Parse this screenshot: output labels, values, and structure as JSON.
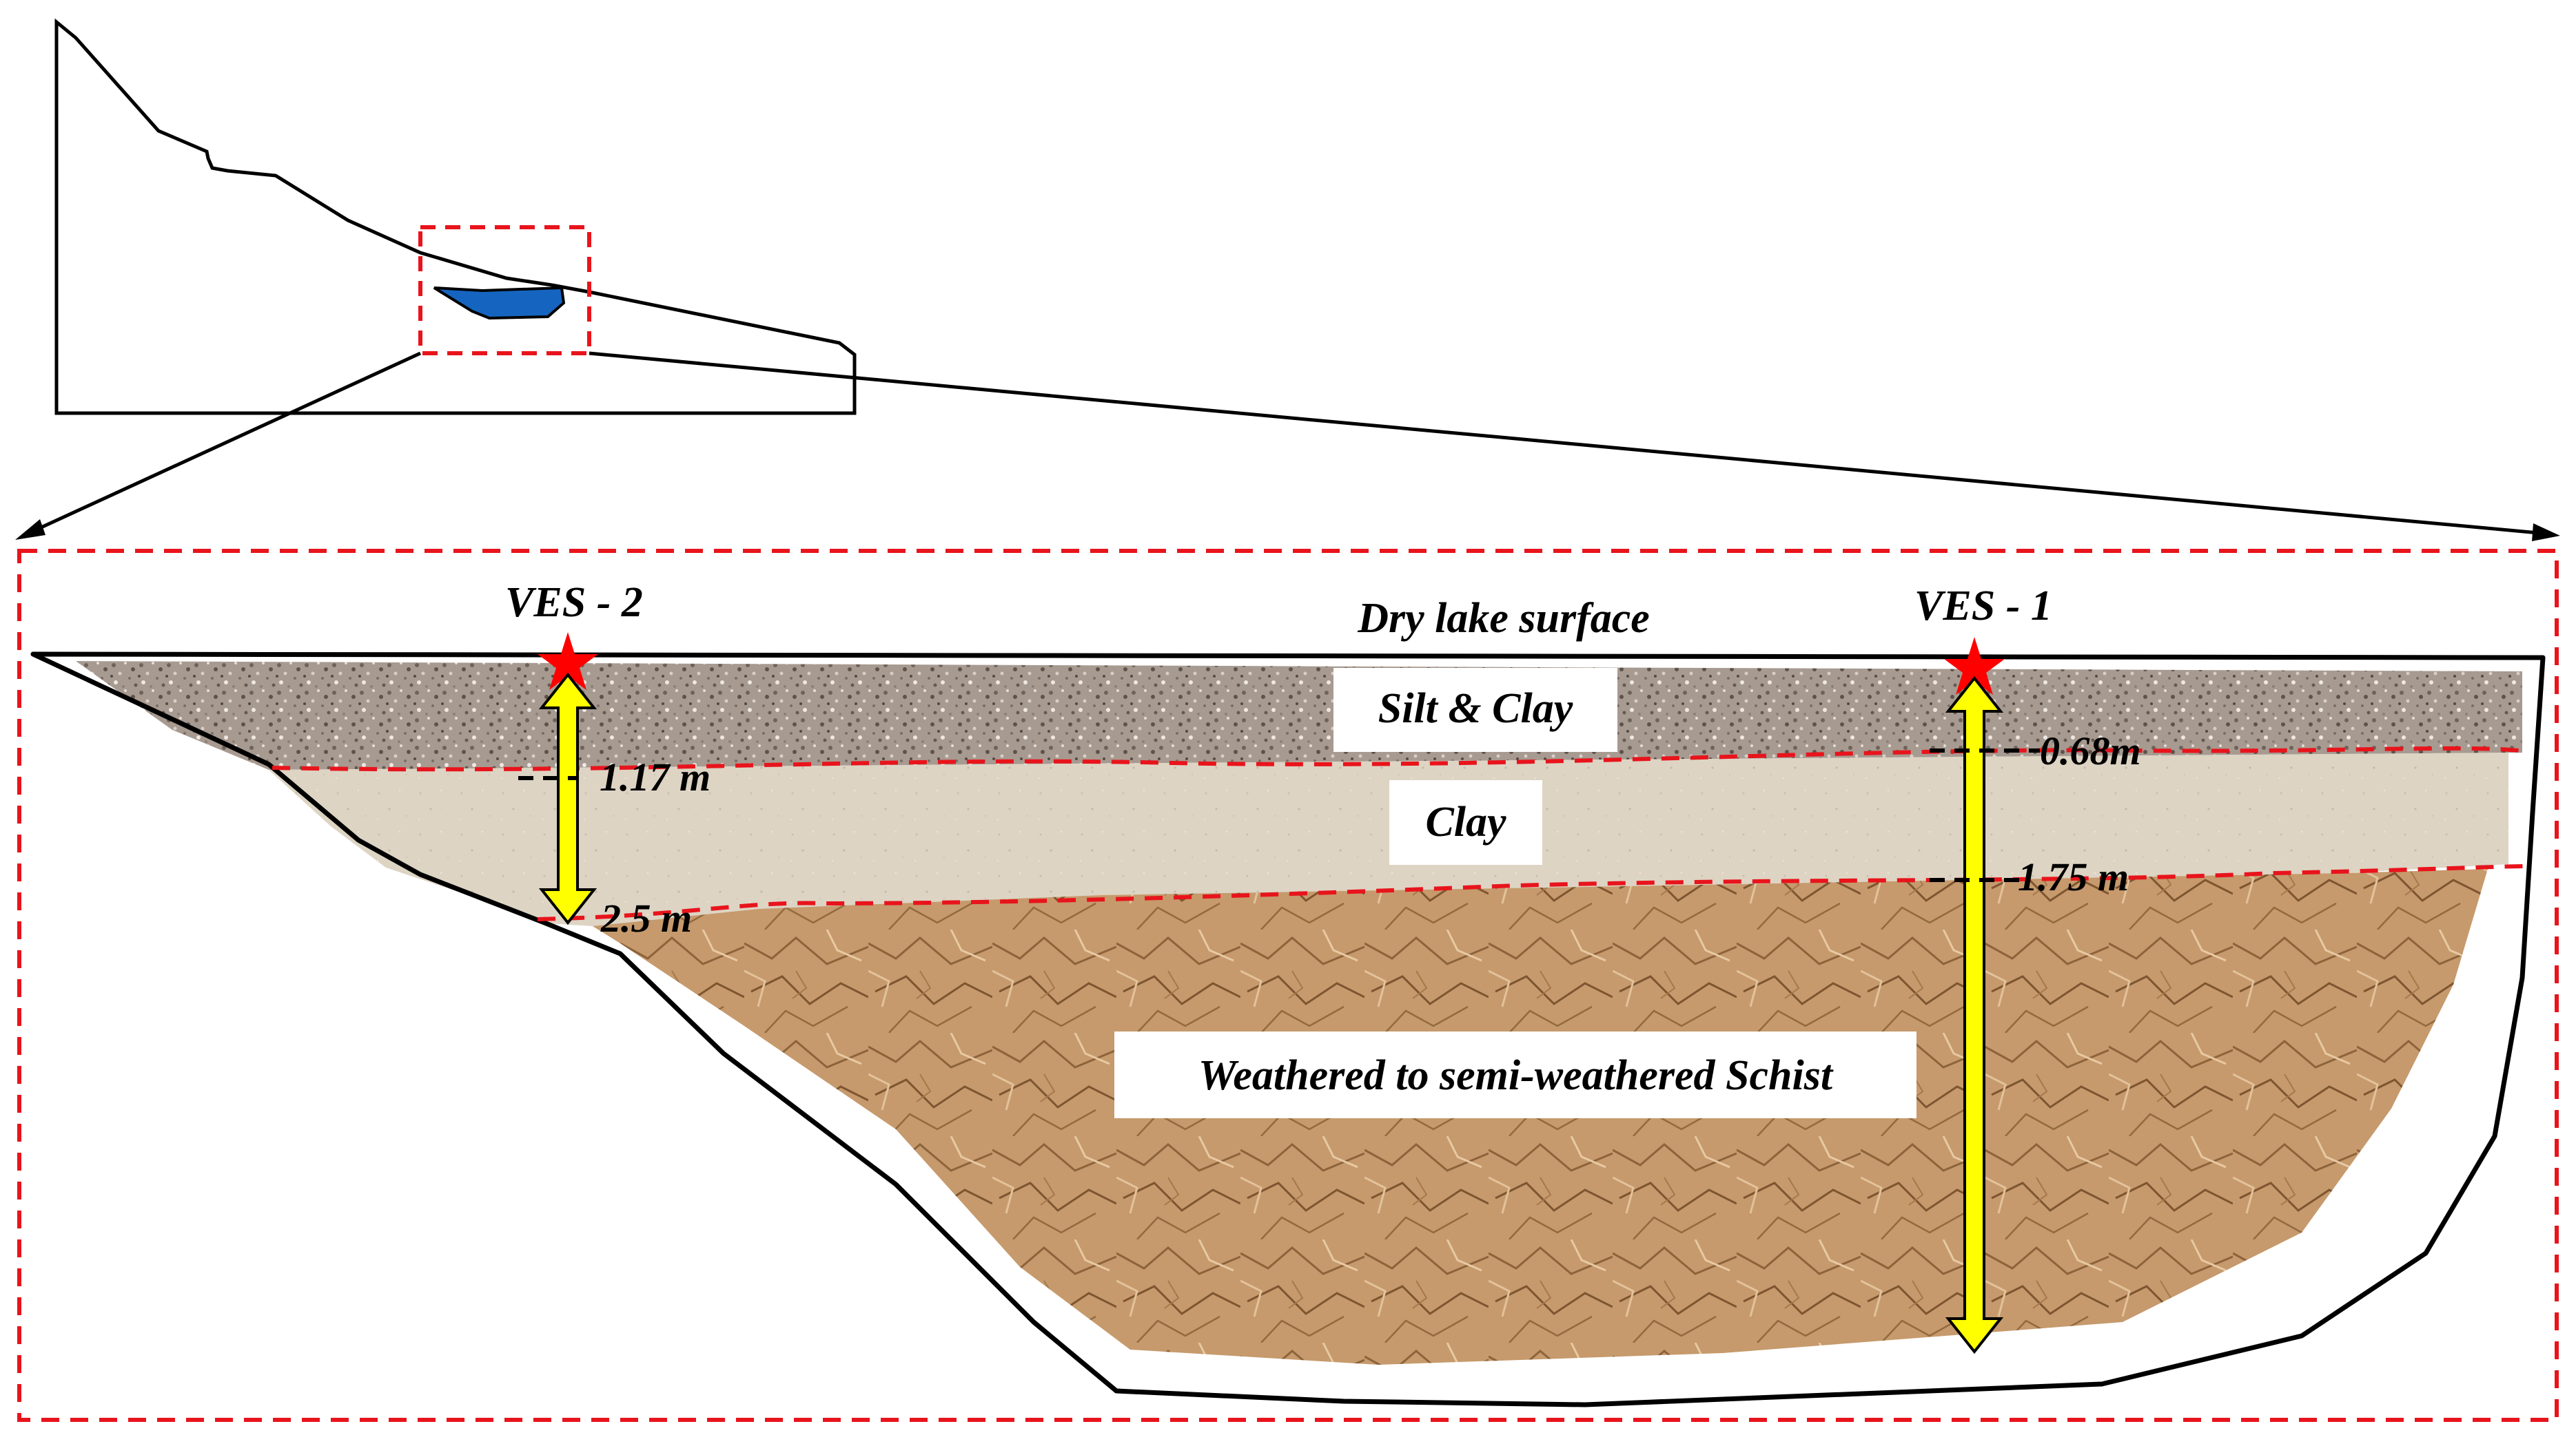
{
  "labels": {
    "surface": "Dry lake surface",
    "ves2": "VES - 2",
    "ves1": "VES - 1",
    "layer_silt_clay": "Silt & Clay",
    "layer_clay": "Clay",
    "layer_schist": "Weathered to semi-weathered Schist"
  },
  "depths": {
    "ves2_top": "1.17 m",
    "ves2_bottom": "2.5 m",
    "ves1_top": "0.68m",
    "ves1_bottom": "1.75 m"
  },
  "colors": {
    "silt_clay": "#a79a90",
    "clay": "#ddd4c4",
    "schist": "#c69a6c",
    "lake": "#1565c0",
    "dashed_frame": "#e8141c",
    "ves_marker": "#ff0000",
    "depth_arrow": "#ffff00",
    "outline": "#000000"
  },
  "icons": {
    "ves_marker": "star-icon",
    "depth_arrow": "double-headed-arrow-icon"
  }
}
